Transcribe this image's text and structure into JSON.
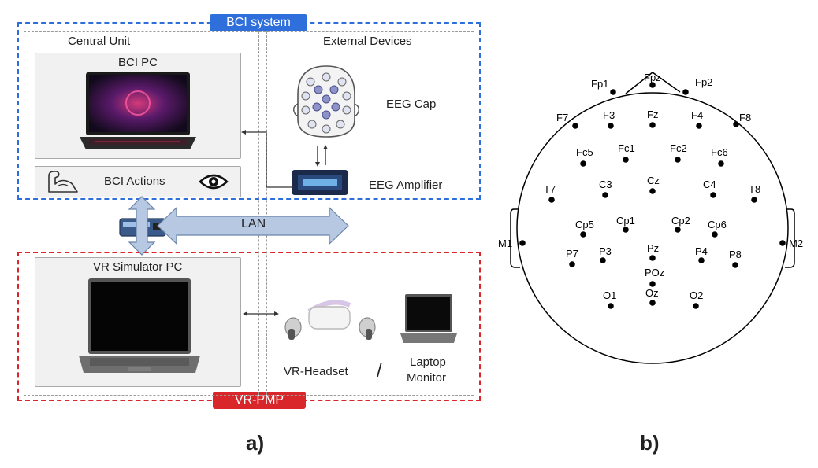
{
  "left": {
    "bci_system_tag": "BCI system",
    "vr_pmp_tag": "VR-PMP",
    "central_unit": "Central Unit",
    "external_devices": "External Devices",
    "bci_pc": "BCI PC",
    "bci_actions": "BCI Actions",
    "eeg_cap": "EEG Cap",
    "eeg_amplifier": "EEG Amplifier",
    "lan": "LAN",
    "vr_simulator_pc": "VR Simulator PC",
    "vr_headset": "VR-Headset",
    "separator": "/",
    "laptop_monitor_line1": "Laptop",
    "laptop_monitor_line2": "Monitor",
    "caption": "a)",
    "colors": {
      "blue": "#2f6fdc",
      "red": "#d9262a",
      "lan_fill": "#b7c9e2"
    }
  },
  "right": {
    "caption": "b)",
    "electrodes": [
      "Fp1",
      "Fpz",
      "Fp2",
      "F7",
      "F3",
      "Fz",
      "F4",
      "F8",
      "Fc5",
      "Fc1",
      "Fc2",
      "Fc6",
      "T7",
      "C3",
      "Cz",
      "C4",
      "T8",
      "M1",
      "M2",
      "Cp5",
      "Cp1",
      "Cp2",
      "Cp6",
      "P7",
      "P3",
      "Pz",
      "P4",
      "P8",
      "POz",
      "O1",
      "Oz",
      "O2"
    ]
  }
}
